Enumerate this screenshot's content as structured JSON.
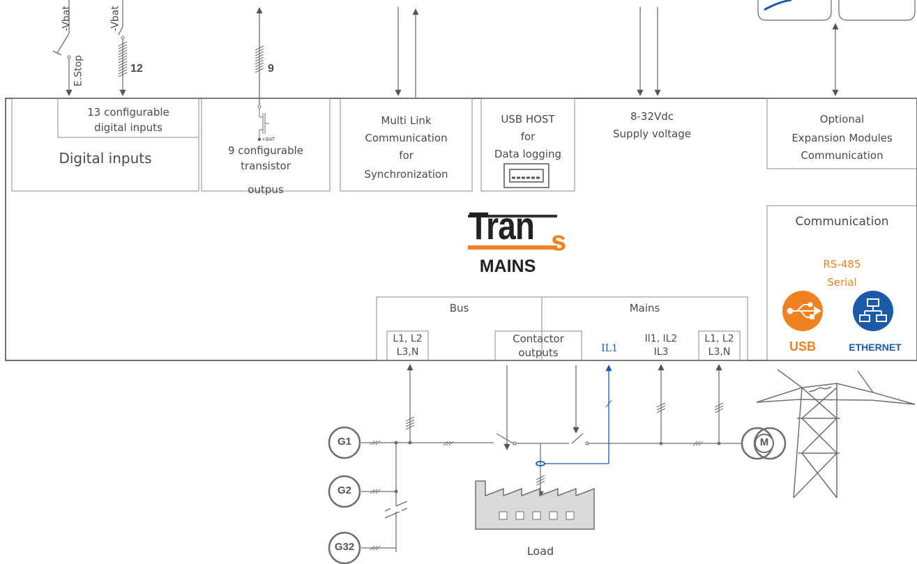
{
  "top_signals": {
    "vbat_estop": "-Vbat",
    "vbat_inputs": "-Vbat",
    "estop": "E.Stop",
    "inputs_count": "12",
    "outputs_count": "9",
    "plus_bat": "+BAT"
  },
  "blocks": {
    "configurable_inputs": [
      "13 configurable",
      "digital inputs"
    ],
    "digital_inputs": "Digital inputs",
    "transistor_outputs": [
      "9  configurable",
      "transistor",
      "outpus"
    ],
    "multilink": [
      "Multi Link",
      "Communication",
      "for",
      "Synchronization"
    ],
    "usb_host": [
      "USB HOST",
      "for",
      "Data logging"
    ],
    "supply": [
      "8-32Vdc",
      "Supply voltage"
    ],
    "expansion": [
      "Optional",
      "Expansion Modules",
      "Communication"
    ],
    "communication": "Communication",
    "rs485": [
      "RS-485",
      "Serial"
    ],
    "usb_label": "USB",
    "ethernet_label": "ETHERNET"
  },
  "logo": {
    "word": "Tran",
    "sub": "s",
    "product": "MAINS"
  },
  "terminals": {
    "bus": "Bus",
    "mains": "Mains",
    "bus_lines": [
      "L1, L2",
      "L3,N"
    ],
    "contactor": [
      "Contactor",
      "outputs"
    ],
    "il1": "IL1",
    "currents": [
      "Il1, IL2",
      "IL3"
    ],
    "mains_lines": [
      "L1, L2",
      "L3,N"
    ]
  },
  "generators": [
    "G1",
    "G2",
    "G32"
  ],
  "motor": "M",
  "load": "Load",
  "colors": {
    "line": "#6f6f6f",
    "blue": "#1a5aa8",
    "orange": "#f08020",
    "load_fill": "#d9d9d9"
  }
}
